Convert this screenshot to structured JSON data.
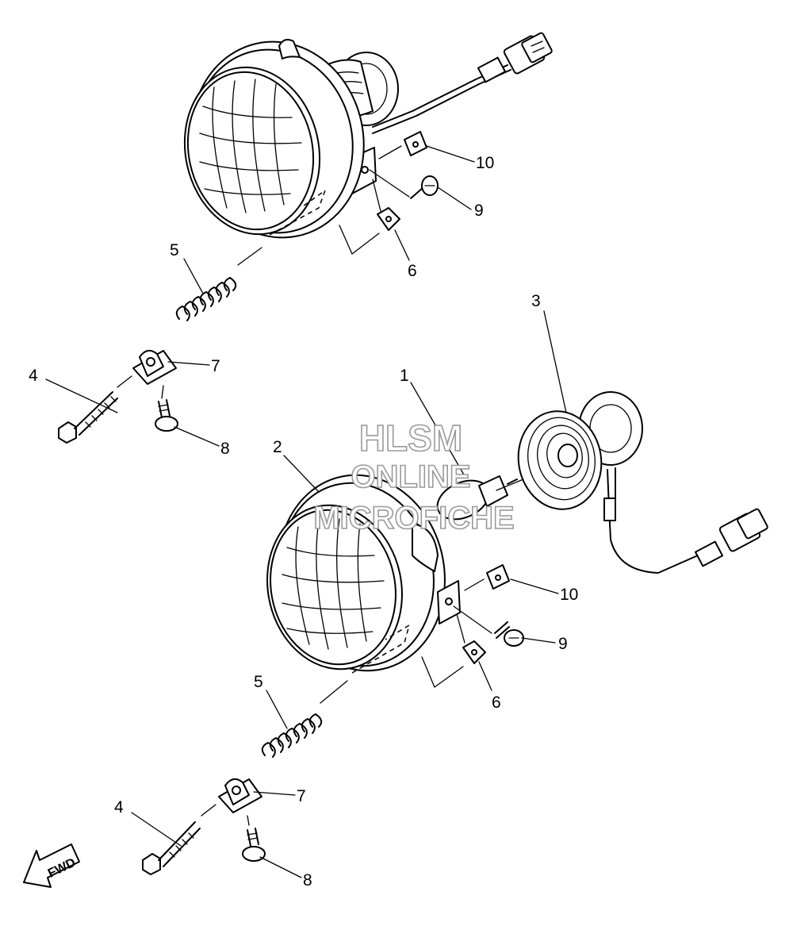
{
  "watermark": {
    "line1": "HLSM",
    "line2": "ONLINE",
    "line3": "MICROFICHE"
  },
  "fwd_label": "FWD",
  "callouts": {
    "c1": "1",
    "c2": "2",
    "c3": "3",
    "c4a": "4",
    "c4b": "4",
    "c5a": "5",
    "c5b": "5",
    "c6a": "6",
    "c6b": "6",
    "c7a": "7",
    "c7b": "7",
    "c8a": "8",
    "c8b": "8",
    "c9a": "9",
    "c9b": "9",
    "c10a": "10",
    "c10b": "10"
  }
}
